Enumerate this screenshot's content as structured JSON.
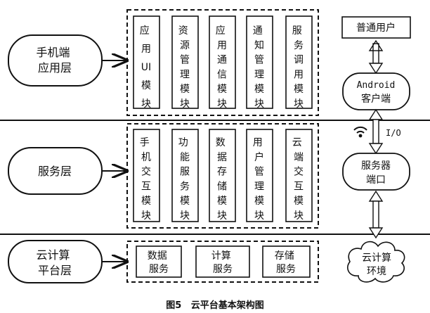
{
  "layers": [
    {
      "label_lines": [
        "手机端",
        "应用层"
      ],
      "modules": [
        "应用UI模块",
        "资源管理模块",
        "应用通信模块",
        "通知管理模块",
        "服务调用模块"
      ]
    },
    {
      "label_lines": [
        "服务层"
      ],
      "modules": [
        "手机交互模块",
        "功能服务模块",
        "数据存储模块",
        "用户管理模块",
        "云端交互模块"
      ]
    },
    {
      "label_lines": [
        "云计算",
        "平台层"
      ],
      "modules": [
        "数据服务",
        "计算服务",
        "存储服务"
      ]
    }
  ],
  "right_column": {
    "user_box": "普通用户",
    "client_lines": [
      "Android",
      "客户端"
    ],
    "io_label": "I/O",
    "server_lines": [
      "服务器",
      "端口"
    ],
    "cloud_lines": [
      "云计算",
      "环境"
    ]
  },
  "icons": {
    "wireless": "wifi-signal-icon",
    "arrow": "double-headed-arrow-icon"
  },
  "caption": "图5   云平台基本架构图"
}
